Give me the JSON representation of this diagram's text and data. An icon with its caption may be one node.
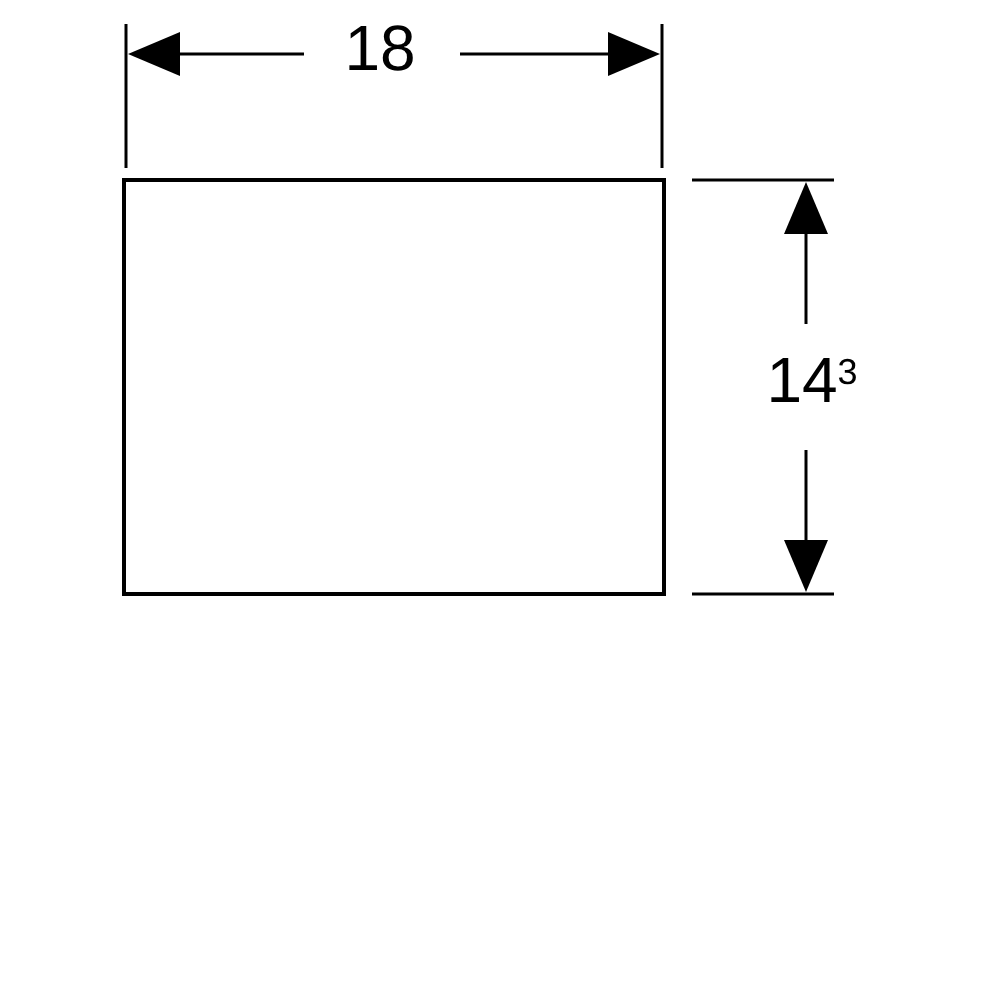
{
  "diagram": {
    "nodes": [
      {
        "text": [],
        "shape": "box"
      }
    ],
    "labels": [
      "18",
      "14$^{3}$"
    ]
  }
}
